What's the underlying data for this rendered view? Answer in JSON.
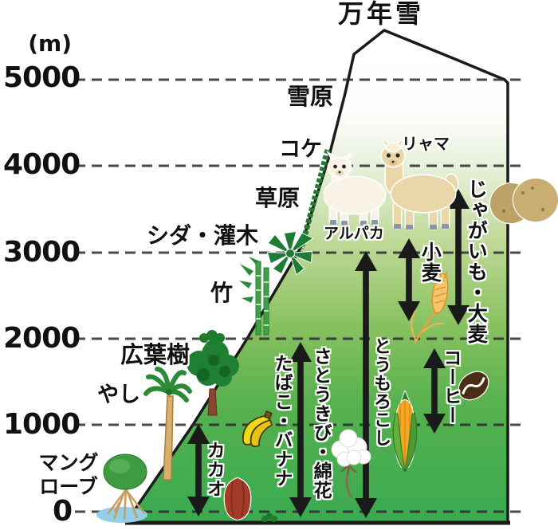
{
  "peak_label": "万年雪",
  "axis": {
    "unit_label": "(m)",
    "ticks": [
      "5000",
      "4000",
      "3000",
      "2000",
      "1000",
      "0"
    ]
  },
  "vegetation_zones": [
    {
      "label": "雪原"
    },
    {
      "label": "コケ"
    },
    {
      "label": "草原"
    },
    {
      "label": "シダ・灌木"
    },
    {
      "label": "竹"
    },
    {
      "label": "広葉樹"
    },
    {
      "label": "やし"
    },
    {
      "label": "マングローブ",
      "lines": [
        "マング",
        "ローブ"
      ]
    }
  ],
  "animals": [
    {
      "label": "リャマ"
    },
    {
      "label": "アルパカ"
    }
  ],
  "crops": [
    {
      "label": "じゃがいも・大麦",
      "range_m": [
        2200,
        3700
      ]
    },
    {
      "label": "小麦",
      "range_m": [
        2300,
        3150
      ]
    },
    {
      "label": "とうもろこし",
      "range_m": [
        0,
        3000
      ]
    },
    {
      "label": "コーヒー",
      "range_m": [
        1000,
        1950
      ]
    },
    {
      "label": "さとうきび・綿花",
      "range_m": [
        0,
        1950
      ]
    },
    {
      "label": "たばこ・バナナ",
      "range_m": [
        0,
        1950
      ]
    },
    {
      "label": "カカオ",
      "range_m": [
        0,
        1000
      ]
    }
  ],
  "illustrations": [
    "llama",
    "alpaca",
    "potato",
    "wheat",
    "corn",
    "coffee-bean",
    "cotton",
    "banana",
    "cacao-pod",
    "fern",
    "bamboo",
    "broadleaf-tree",
    "palm-tree",
    "mangrove"
  ],
  "colors": {
    "mountain_top": "#ffffff",
    "mountain_bottom": "#3aa950",
    "outline": "#1a1a1a",
    "arrow": "#1a1a1a",
    "grass_strip": "#1f7c30",
    "water": "#92cfe8"
  }
}
